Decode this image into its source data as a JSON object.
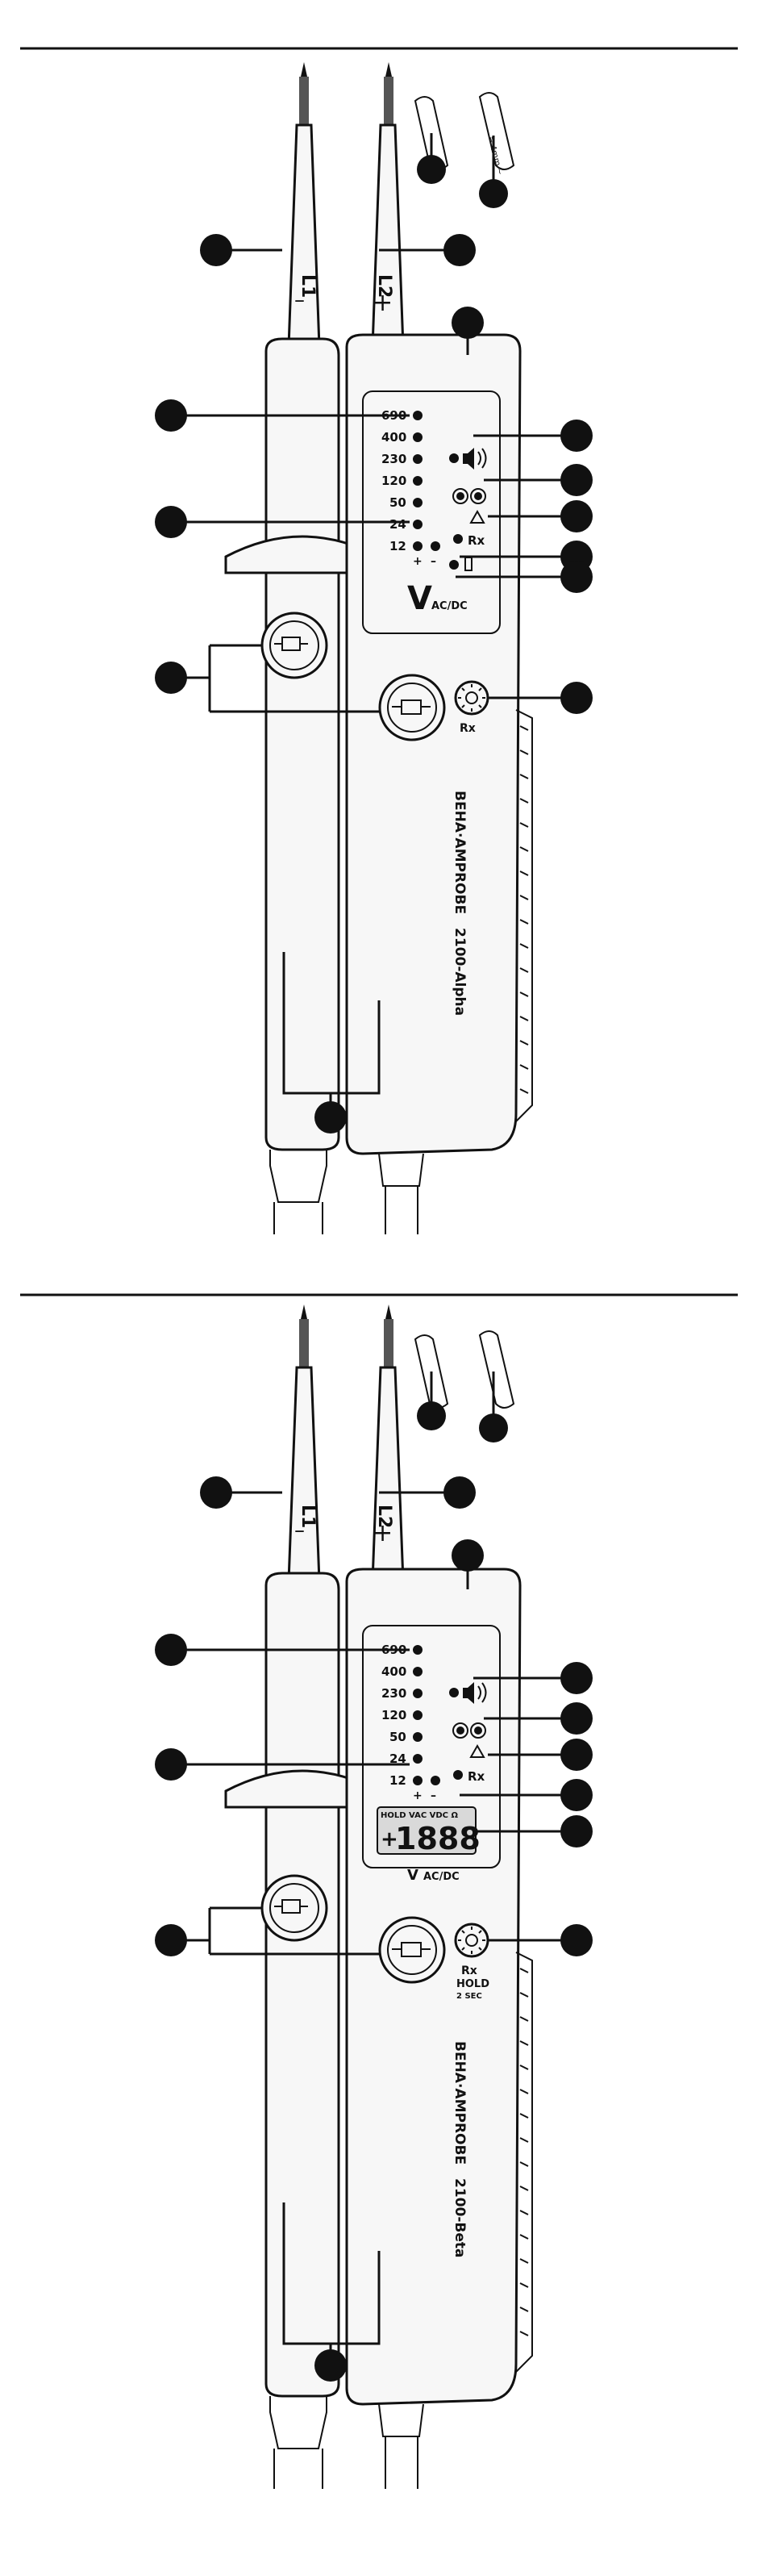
{
  "figures": [
    {
      "id": "alpha",
      "probe_labels": {
        "left": "L1",
        "right": "L2",
        "left_sign": "–",
        "right_sign": "+"
      },
      "voltage_levels": [
        "690",
        "400",
        "230",
        "120",
        "50",
        "24",
        "12"
      ],
      "polarity_plus": "+",
      "polarity_minus": "–",
      "rx_label": "Rx",
      "v_label": "V",
      "v_sub": "AC/DC",
      "button_label": "Rx",
      "brand": "BEHA·AMPROBE",
      "model": "2100-Alpha",
      "has_lcd": false
    },
    {
      "id": "beta",
      "probe_labels": {
        "left": "L1",
        "right": "L2",
        "left_sign": "–",
        "right_sign": "+"
      },
      "voltage_levels": [
        "690",
        "400",
        "230",
        "120",
        "50",
        "24",
        "12"
      ],
      "polarity_plus": "+",
      "polarity_minus": "–",
      "rx_label": "Rx",
      "v_label": "V",
      "v_sub": "AC/DC",
      "button_label": "Rx",
      "button_label_2": "HOLD",
      "button_label_3": "2 SEC",
      "brand": "BEHA·AMPROBE",
      "model": "2100-Beta",
      "has_lcd": true,
      "lcd": {
        "flags": "HOLD VAC VDC Ω",
        "digits": "1888",
        "sign": "+"
      }
    }
  ],
  "colors": {
    "line": "#111111",
    "body": "#f7f7f7",
    "lcd": "#d9d9d9"
  }
}
